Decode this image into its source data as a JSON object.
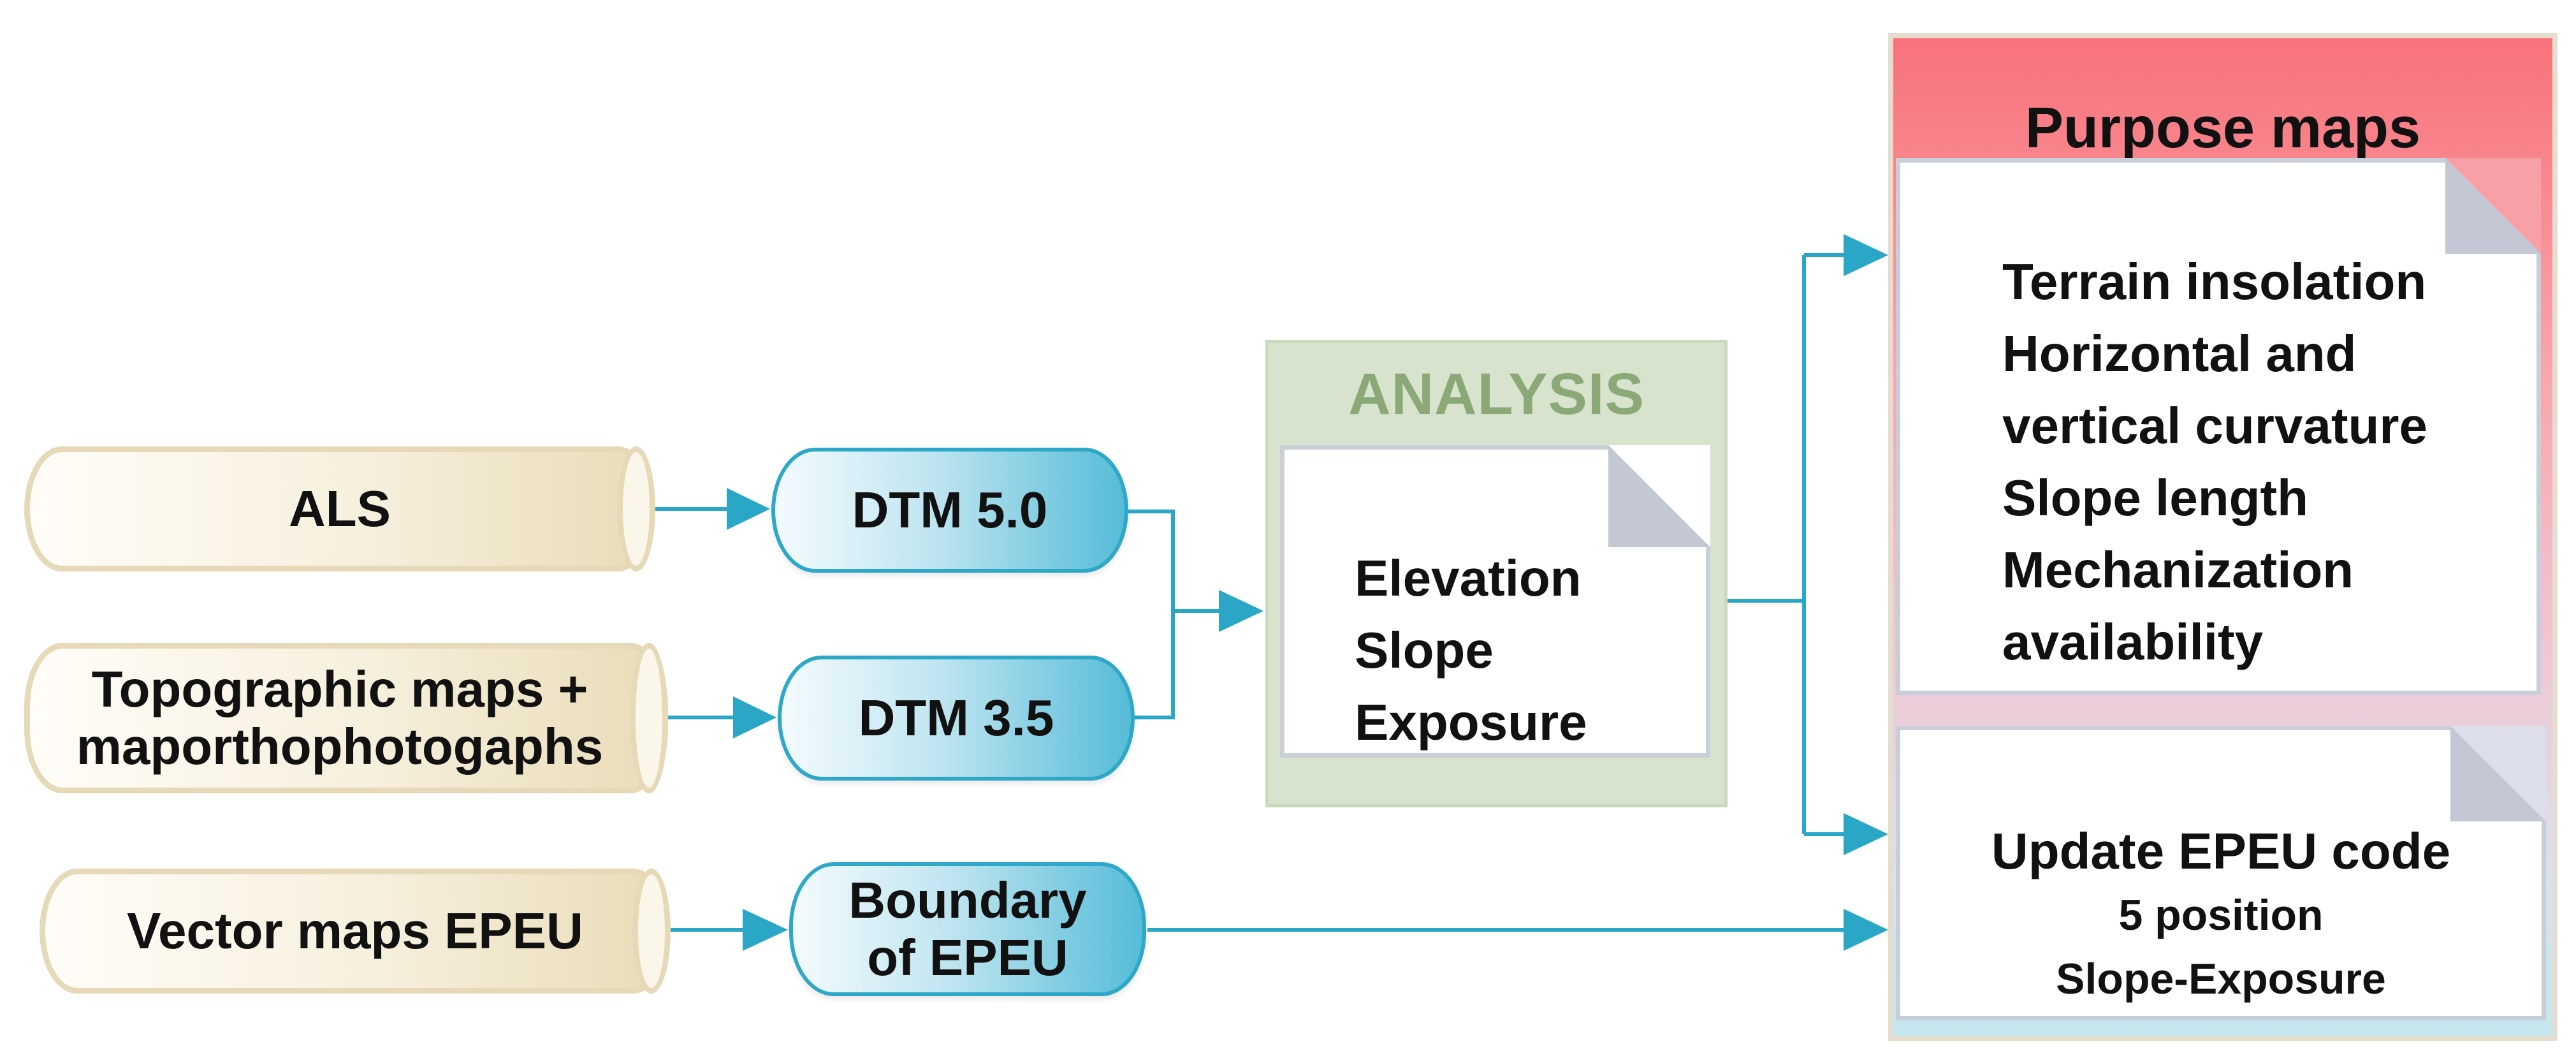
{
  "sources": [
    {
      "id": "als",
      "label": "ALS"
    },
    {
      "id": "topo",
      "label_line1": "Topographic maps +",
      "label_line2": "maporthophotogaphs"
    },
    {
      "id": "vector",
      "label": "Vector maps EPEU"
    }
  ],
  "models": [
    {
      "id": "dtm50",
      "label": "DTM 5.0"
    },
    {
      "id": "dtm35",
      "label": "DTM 3.5"
    },
    {
      "id": "boundary",
      "label_line1": "Boundary",
      "label_line2": "of EPEU"
    }
  ],
  "analysis": {
    "title": "ANALYSIS",
    "items": [
      "Elevation",
      "Slope",
      "Exposure"
    ]
  },
  "purpose_maps": {
    "title": "Purpose maps",
    "card1_items": [
      "Terrain insolation",
      "Horizontal and",
      "vertical curvature",
      "Slope length",
      "Mechanization",
      "availability"
    ],
    "card2_title": "Update EPEU code",
    "card2_line2": "5 position",
    "card2_line3": "Slope-Exposure"
  },
  "colors": {
    "connector": "#2aa6c6",
    "analysis_title": "#8aa977",
    "purpose_header": "#f7727a"
  }
}
